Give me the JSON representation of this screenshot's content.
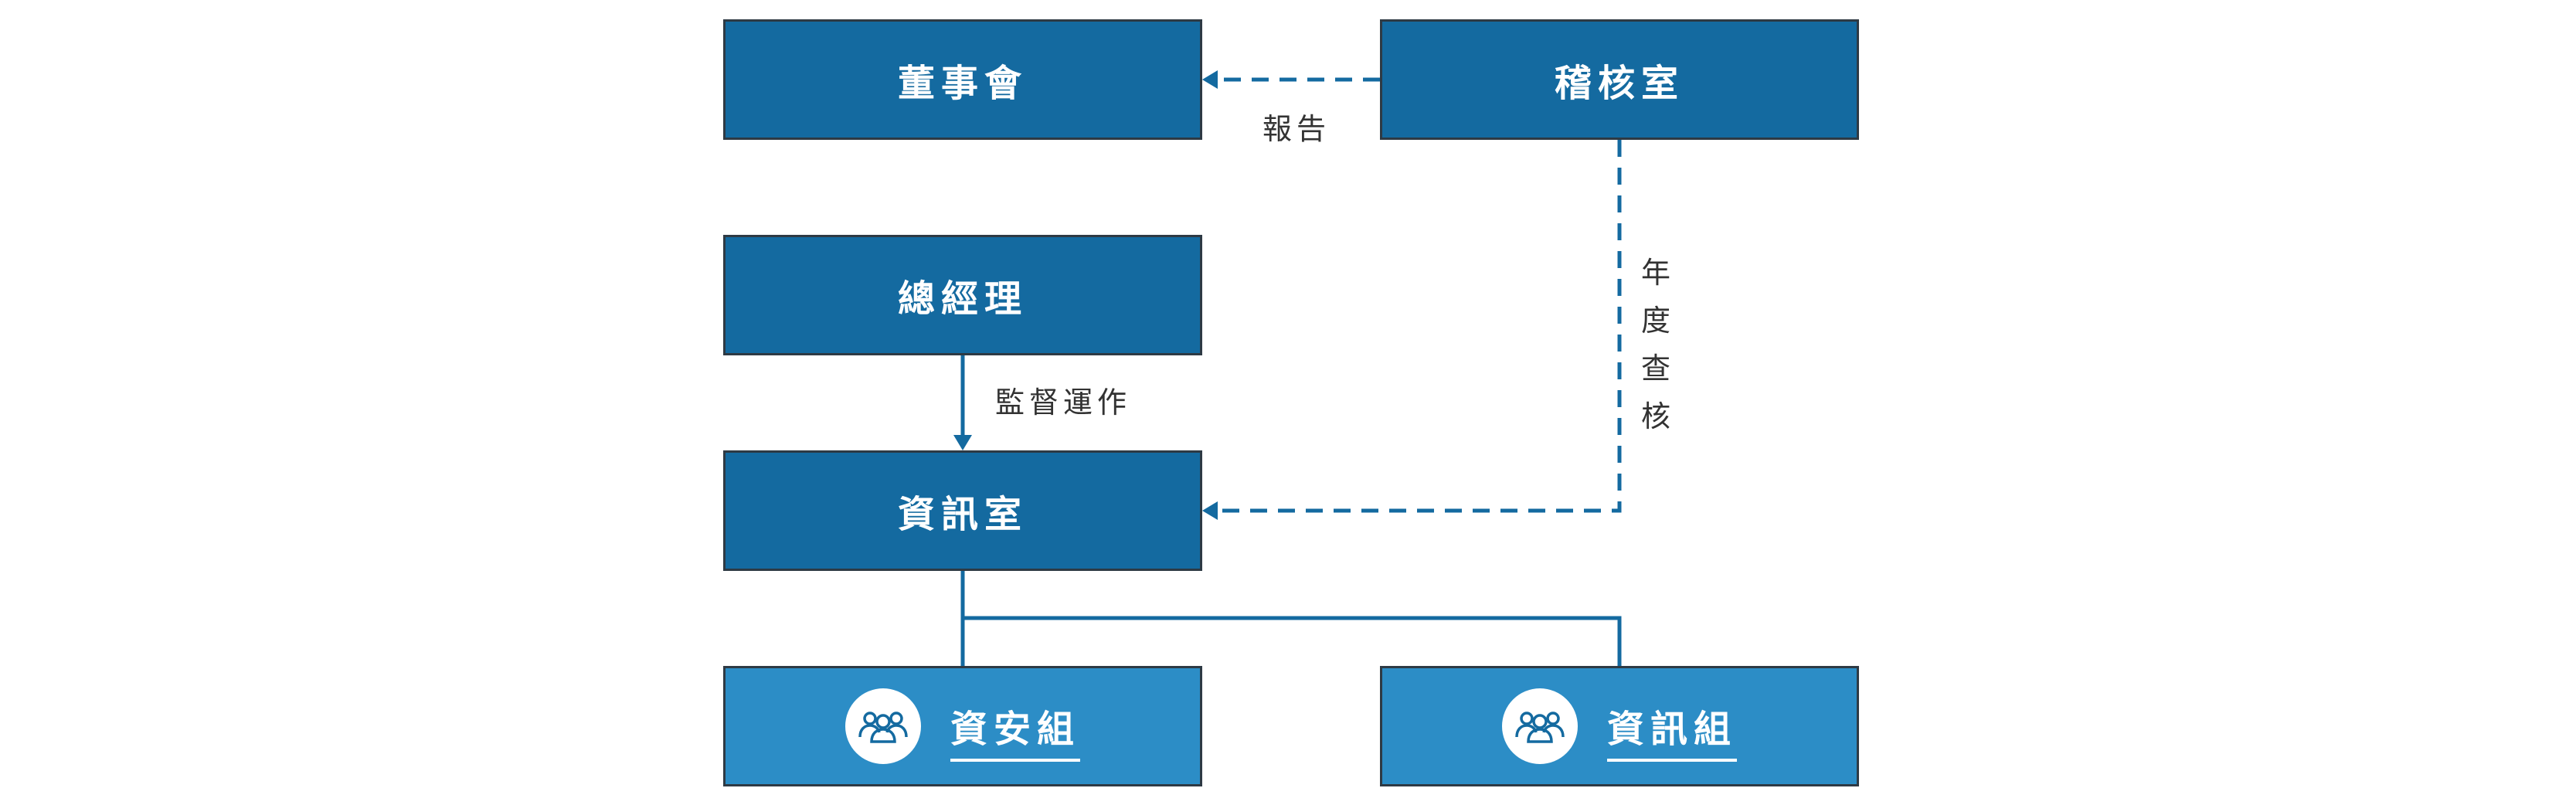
{
  "nodes": {
    "board": "董事會",
    "audit": "稽核室",
    "general_manager": "總經理",
    "info_office": "資訊室",
    "security_team": "資安組",
    "info_team": "資訊組"
  },
  "edges": {
    "report": "報告",
    "annual_audit": "年度查核",
    "supervise": "監督運作"
  },
  "icons": {
    "team": "people-group-icon"
  },
  "colors": {
    "dark_box": "#146aa0",
    "light_box": "#2c8dc6",
    "line": "#146aa0"
  }
}
